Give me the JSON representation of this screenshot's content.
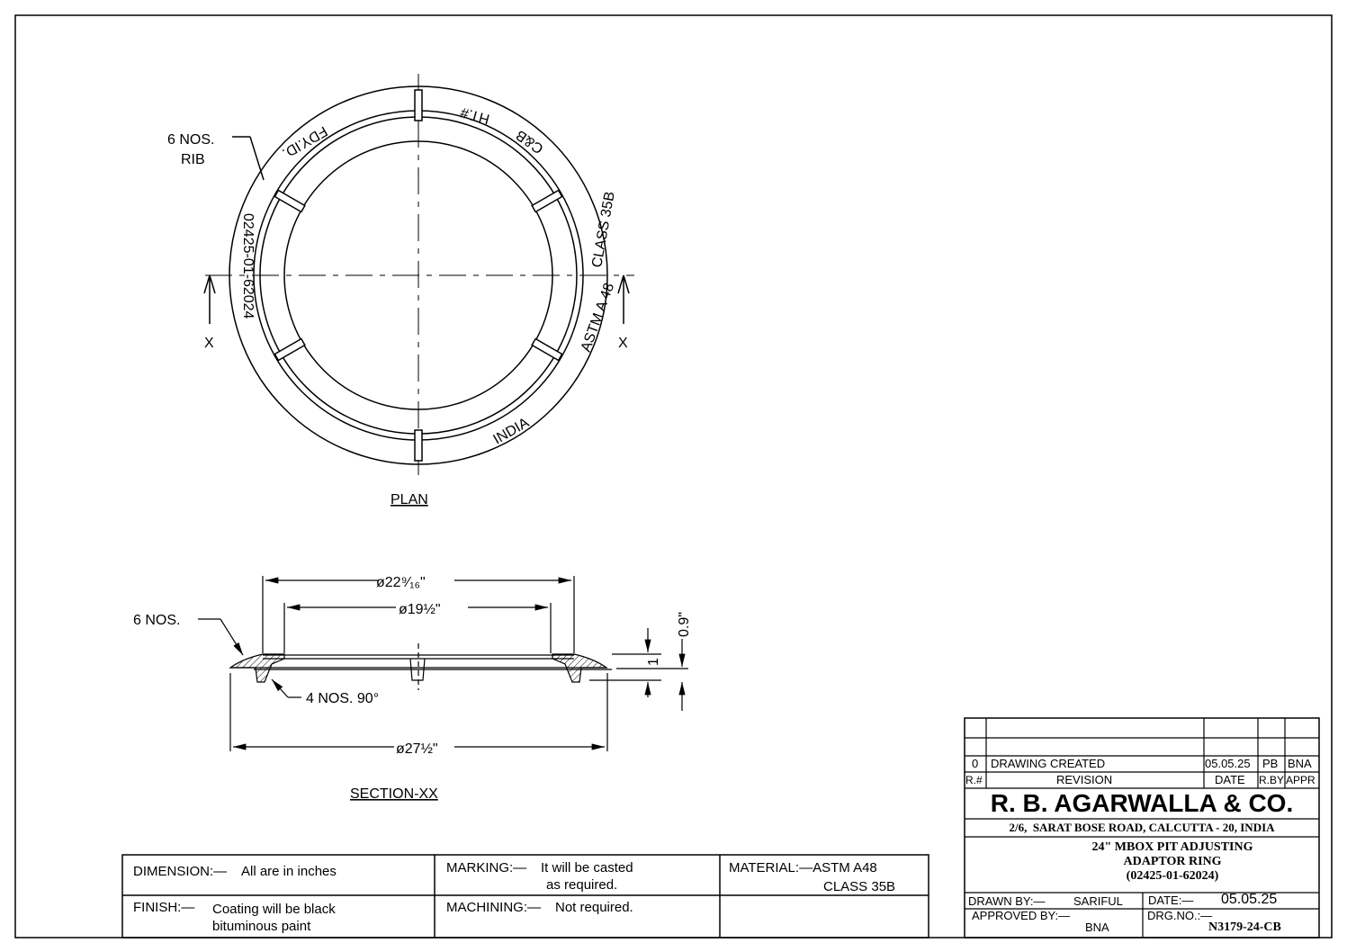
{
  "plan": {
    "title": "PLAN",
    "rib_label_1": "6 NOS.",
    "rib_label_2": "RIB",
    "section_mark": "X",
    "ring_text": {
      "fdy": "FDY.ID.",
      "ht": "HT.#",
      "cb": "C&B",
      "class": "CLASS 35B",
      "astm": "ASTM A 48",
      "code": "02425-01-62024",
      "country": "INDIA"
    }
  },
  "section": {
    "title": "SECTION-XX",
    "dim_top": "ø22⁹⁄₁₆\"",
    "dim_mid": "ø19½\"",
    "dim_bottom": "ø27½\"",
    "dim_h1": "1",
    "dim_h2": "0.9\"",
    "label_6nos": "6 NOS.",
    "label_4nos": "4 NOS. 90°"
  },
  "notes": {
    "dimension_label": "DIMENSION:—",
    "dimension_value": "All are in inches",
    "marking_label": "MARKING:—",
    "marking_value_1": "It will be casted",
    "marking_value_2": "as required.",
    "material_label": "MATERIAL:—ASTM A48",
    "material_value": "CLASS 35B",
    "finish_label": "FINISH:—",
    "finish_value_1": "Coating will be black",
    "finish_value_2": "bituminous paint",
    "machining_label": "MACHINING:—",
    "machining_value": "Not required."
  },
  "title_block": {
    "rev_no": "0",
    "rev_desc": "DRAWING CREATED",
    "rev_date": "05.05.25",
    "rev_by": "PB",
    "rev_appr": "BNA",
    "hdr_no": "R.#",
    "hdr_rev": "REVISION",
    "hdr_date": "DATE",
    "hdr_by": "R.BY",
    "hdr_appr": "APPR",
    "company": "R. B. AGARWALLA & CO.",
    "address": "2/6,  SARAT BOSE ROAD, CALCUTTA - 20, INDIA",
    "title_1": "24\" MBOX PIT ADJUSTING",
    "title_2": "ADAPTOR RING",
    "title_3": "(02425-01-62024)",
    "drawn_label": "DRAWN BY:—",
    "drawn_value": "SARIFUL",
    "date_label": "DATE:—",
    "date_value": "05.05.25",
    "approved_label": "APPROVED BY:—",
    "approved_value": "BNA",
    "drg_label": "DRG.NO.:—",
    "drg_value": "N3179-24-CB"
  }
}
